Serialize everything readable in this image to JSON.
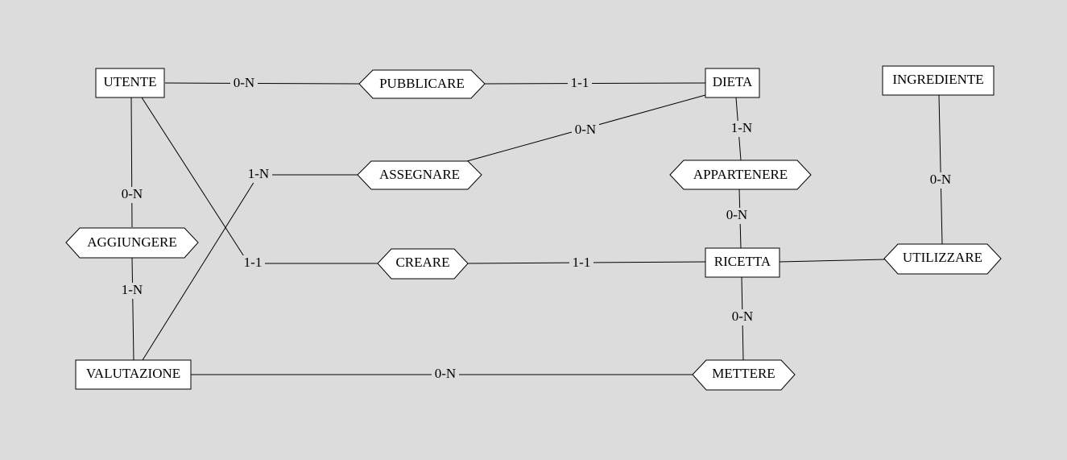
{
  "diagram": {
    "entities": {
      "utente": "UTENTE",
      "dieta": "DIETA",
      "ingrediente": "INGREDIENTE",
      "ricetta": "RICETTA",
      "valutazione": "VALUTAZIONE"
    },
    "relationships": {
      "pubblicare": "PUBBLICARE",
      "assegnare": "ASSEGNARE",
      "appartenere": "APPARTENERE",
      "aggiungere": "AGGIUNGERE",
      "creare": "CREARE",
      "utilizzare": "UTILIZZARE",
      "mettere": "METTERE"
    },
    "cardinalities": {
      "utente_pubblicare": "0-N",
      "pubblicare_dieta": "1-1",
      "dieta_assegnare": "0-N",
      "valutazione_assegnare": "1-N",
      "dieta_appartenere": "1-N",
      "ricetta_appartenere": "0-N",
      "ingrediente_utilizzare": "0-N",
      "utente_aggiungere": "0-N",
      "valutazione_aggiungere": "1-N",
      "utente_creare": "1-1",
      "creare_ricetta": "1-1",
      "ricetta_mettere": "0-N",
      "valutazione_mettere": "0-N"
    }
  }
}
